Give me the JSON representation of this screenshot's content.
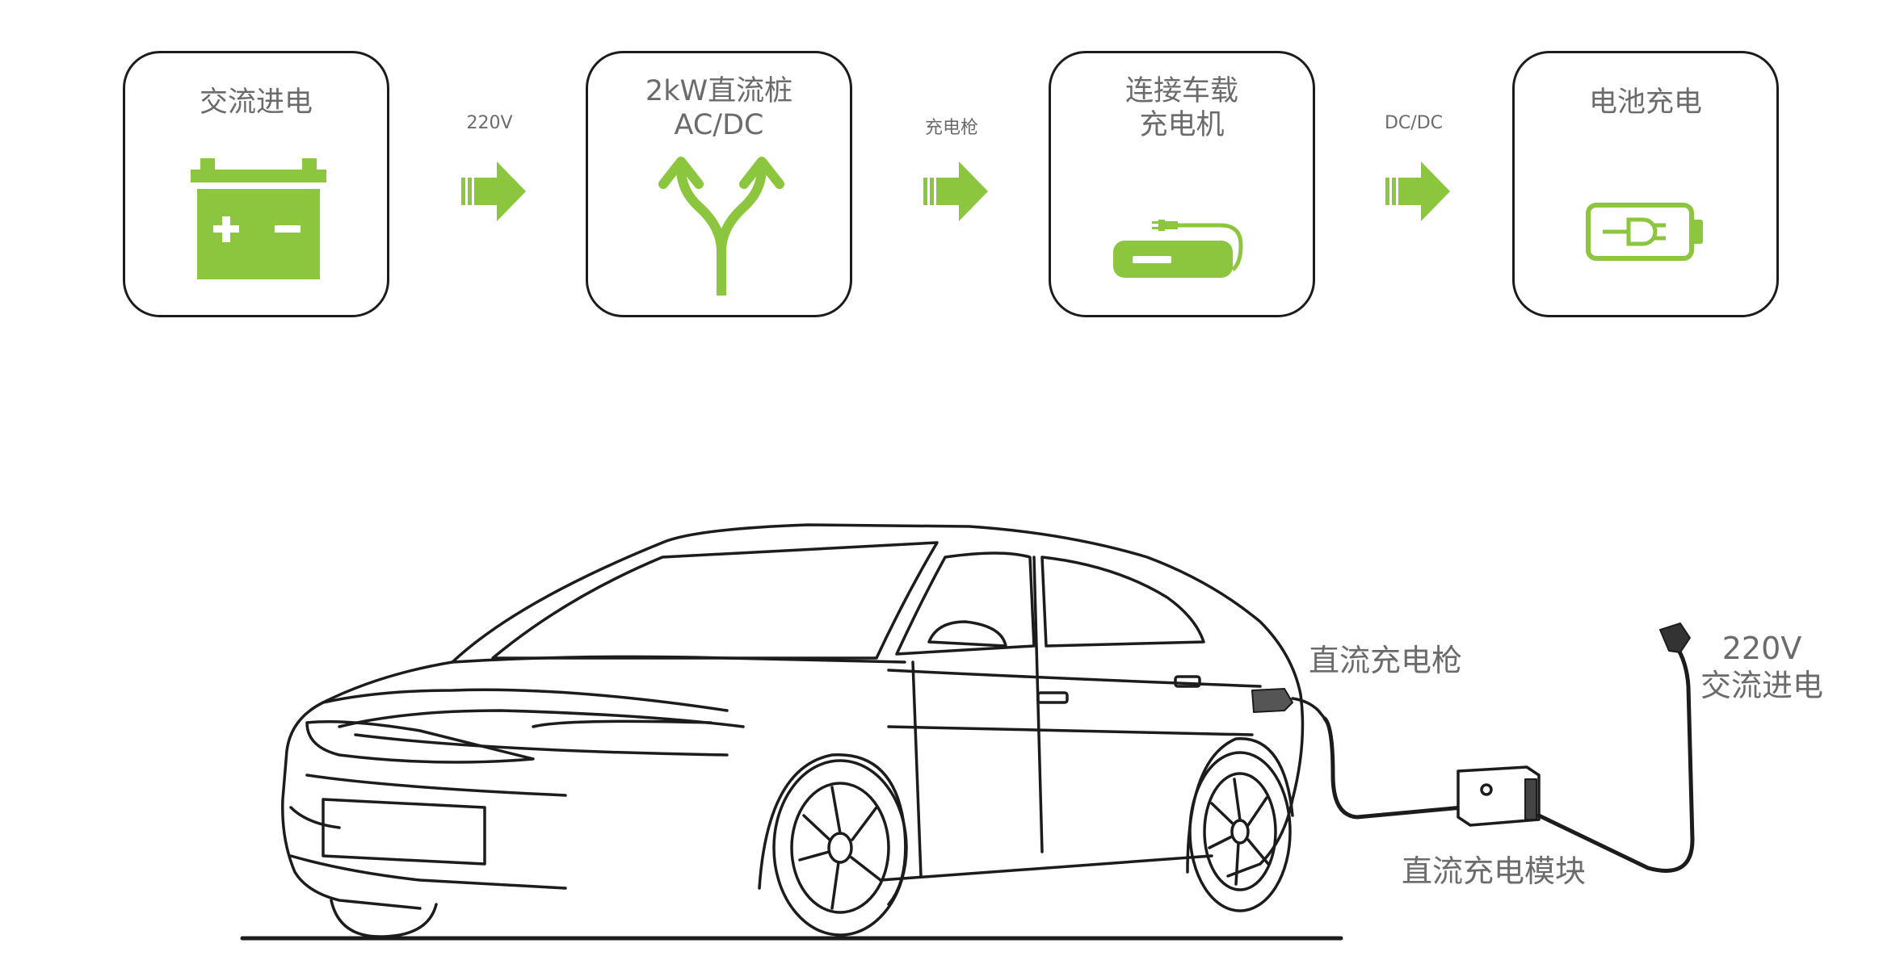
{
  "flow": {
    "steps": [
      {
        "title": "交流进电",
        "icon": "car-battery-icon"
      },
      {
        "title": "2kW直流桩\nAC/DC",
        "icon": "split-arrows-icon"
      },
      {
        "title": "连接车载\n充电机",
        "icon": "charger-power-bank-icon"
      },
      {
        "title": "电池充电",
        "icon": "battery-plug-icon"
      }
    ],
    "connectors": [
      {
        "label": "220V"
      },
      {
        "label": "充电枪"
      },
      {
        "label": "DC/DC"
      }
    ]
  },
  "illustration": {
    "gun_label": "直流充电枪",
    "ac_label": "220V\n交流进电",
    "module_label": "直流充电模块"
  },
  "colors": {
    "accent": "#8cc63f",
    "outline": "#1c1c1c",
    "text": "#6b6b6b"
  }
}
